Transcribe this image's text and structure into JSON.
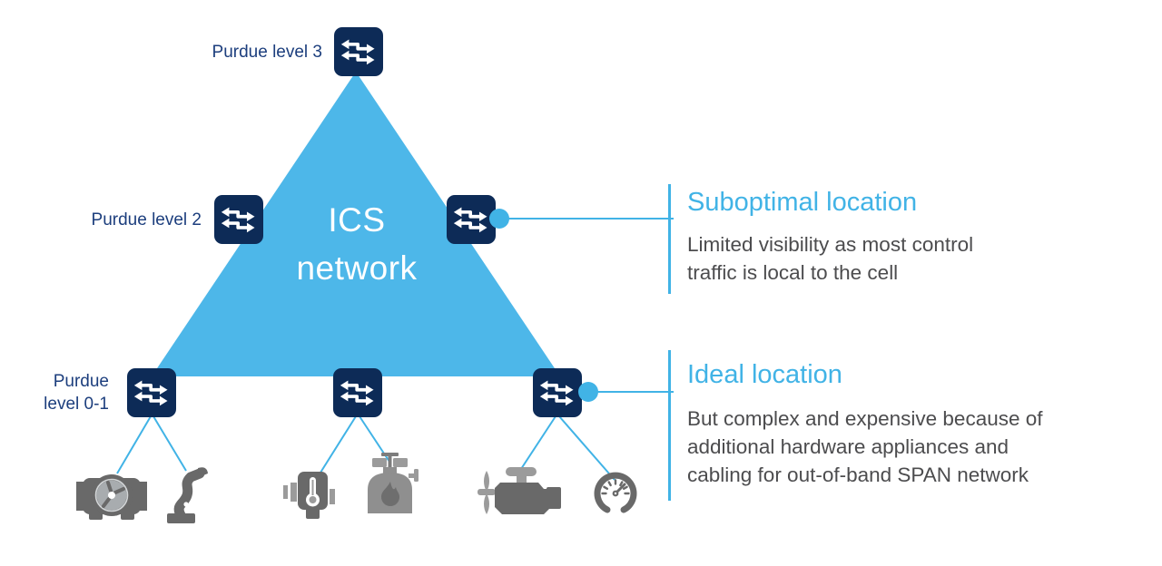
{
  "diagram": {
    "network_title_lines": [
      "ICS",
      "network"
    ],
    "purdue_labels": {
      "level3": "Purdue level 3",
      "level2": "Purdue level 2",
      "level01_line1": "Purdue",
      "level01_line2": "level 0-1"
    },
    "callouts": {
      "suboptimal": {
        "heading": "Suboptimal location",
        "lines": [
          "Limited visibility as most control",
          "traffic is local to the cell"
        ]
      },
      "ideal": {
        "heading": "Ideal location",
        "lines": [
          "But complex and expensive because of",
          "additional hardware appliances and",
          "cabling for out-of-band SPAN network"
        ]
      }
    },
    "icons": {
      "switches": [
        "switch-level3",
        "switch-level2-left",
        "switch-level2-right",
        "switch-level01-left",
        "switch-level01-middle",
        "switch-level01-right"
      ],
      "devices": [
        "pump",
        "robot-arm",
        "temperature-sensor",
        "boiler-furnace",
        "engine",
        "gauge"
      ]
    },
    "colors": {
      "navy": "#0d2b57",
      "triangle_blue": "#4db7e9",
      "accent_blue": "#41b3e6",
      "label_blue": "#1c3e7d",
      "body_gray": "#4c4c4e",
      "device_gray": "#696969",
      "device_gray_light": "#9b9b9b",
      "white": "#ffffff"
    }
  }
}
